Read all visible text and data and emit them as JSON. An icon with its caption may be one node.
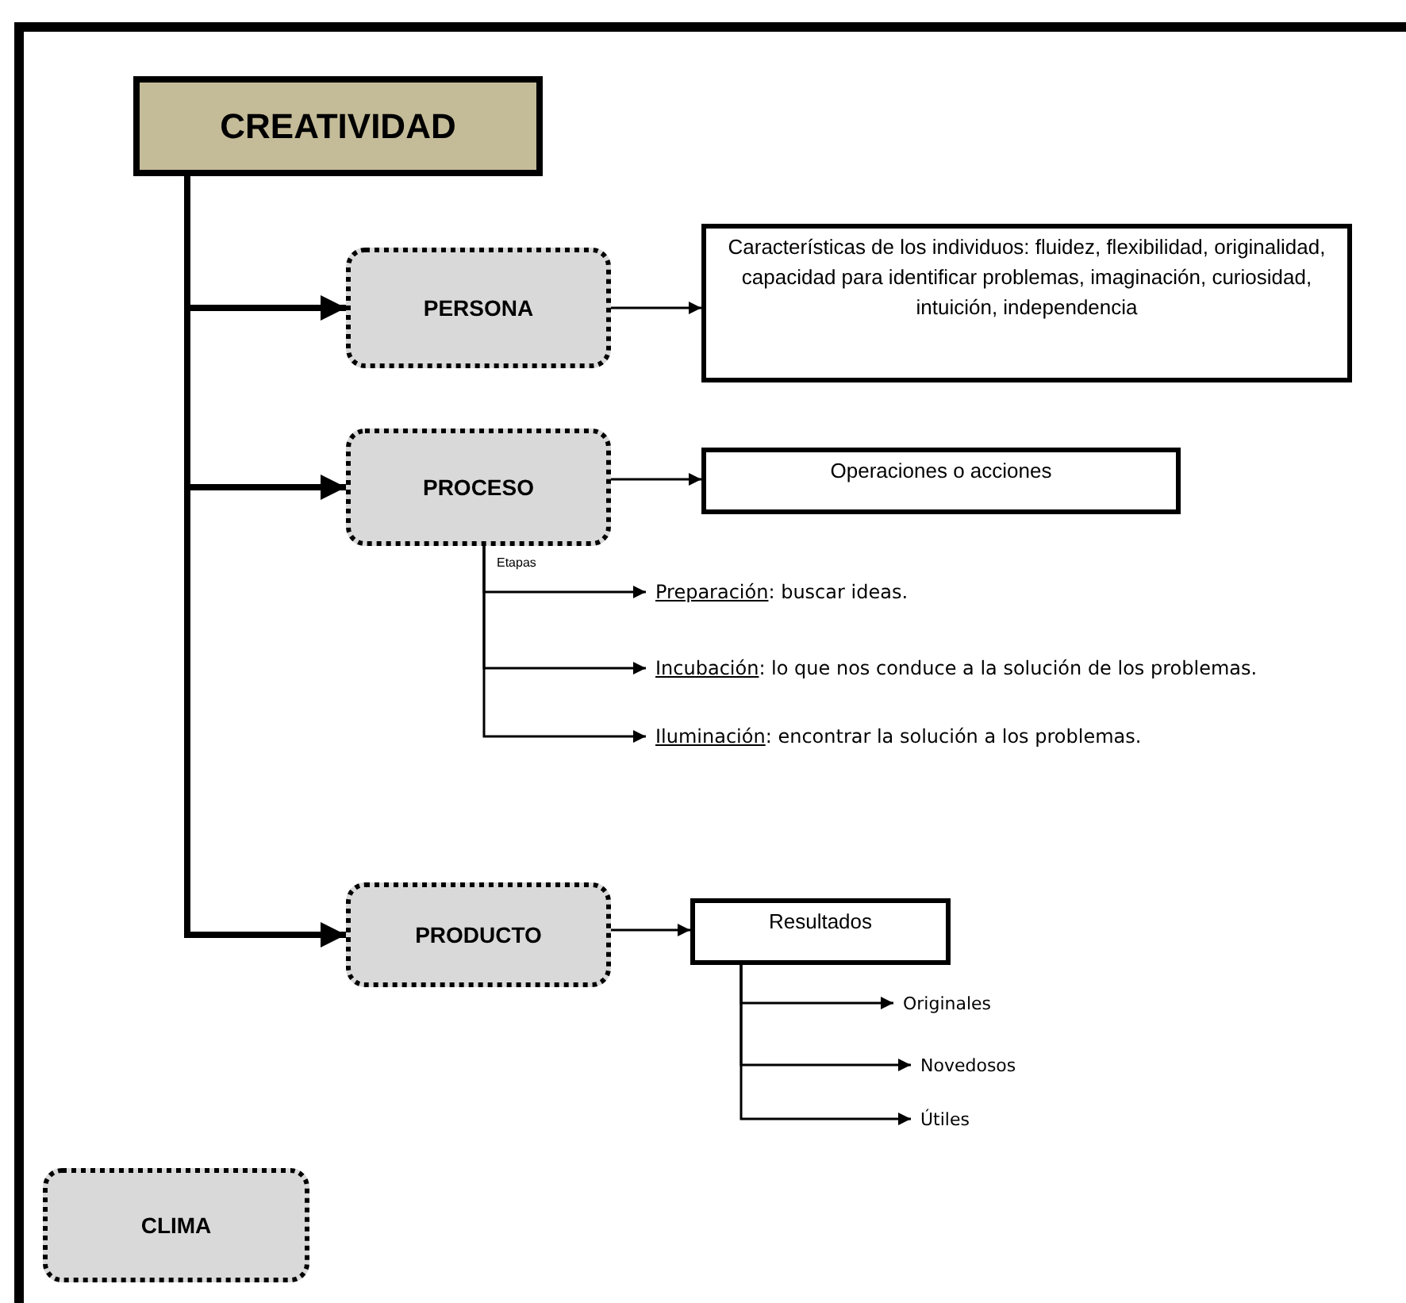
{
  "diagram": {
    "nodes": [
      {
        "text": [
          "CREATIVIDAD"
        ]
      },
      {
        "text": [
          "PERSONA"
        ]
      },
      {
        "text": [
          "Características de los individuos: fluidez, flexibilidad, originalidad, capacidad para identificar problemas, imaginación, curiosidad, intuición, independencia"
        ]
      },
      {
        "text": [
          "PROCESO"
        ]
      },
      {
        "text": [
          "Operaciones o acciones"
        ]
      },
      {
        "text": [
          "Preparación: buscar ideas."
        ]
      },
      {
        "text": [
          "Incubación: lo que nos conduce a la solución  de los problemas."
        ]
      },
      {
        "text": [
          "Iluminación: encontrar la solución  a los problemas."
        ]
      },
      {
        "text": [
          "PRODUCTO"
        ]
      },
      {
        "text": [
          "Resultados"
        ]
      },
      {
        "text": [
          "Originales"
        ]
      },
      {
        "text": [
          "Novedosos"
        ]
      },
      {
        "text": [
          "Útiles"
        ]
      },
      {
        "text": [
          "CLIMA"
        ]
      }
    ],
    "edges": [
      {
        "from": 0,
        "to": 1,
        "arrow": "to",
        "style": "thick"
      },
      {
        "from": 0,
        "to": 3,
        "arrow": "to",
        "style": "thick"
      },
      {
        "from": 0,
        "to": 8,
        "arrow": "to",
        "style": "thick"
      },
      {
        "from": 1,
        "to": 2,
        "arrow": "to"
      },
      {
        "from": 3,
        "to": 4,
        "arrow": "to"
      },
      {
        "from": 3,
        "to": 5,
        "arrow": "to",
        "label": "Etapas"
      },
      {
        "from": 3,
        "to": 6,
        "arrow": "to"
      },
      {
        "from": 3,
        "to": 7,
        "arrow": "to"
      },
      {
        "from": 8,
        "to": 9,
        "arrow": "to"
      },
      {
        "from": 9,
        "to": 10,
        "arrow": "to"
      },
      {
        "from": 9,
        "to": 11,
        "arrow": "to"
      },
      {
        "from": 9,
        "to": 12,
        "arrow": "to"
      }
    ]
  }
}
